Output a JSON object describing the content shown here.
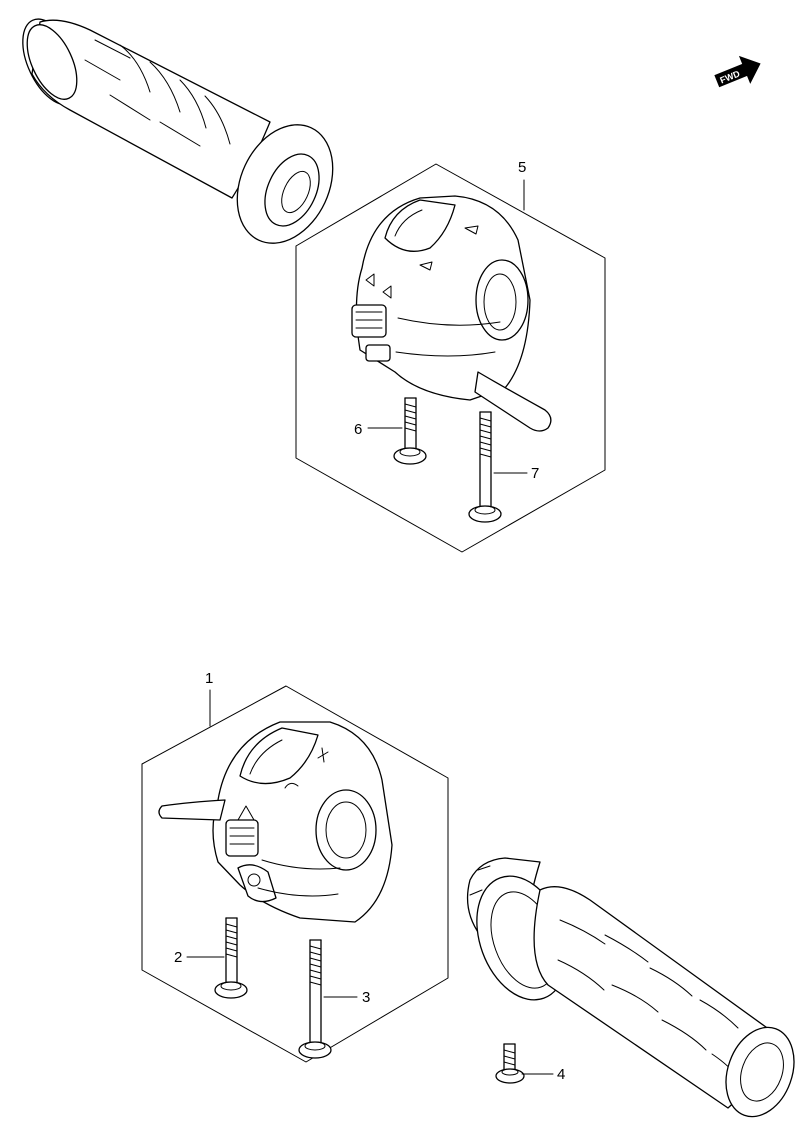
{
  "callouts": {
    "p1": "1",
    "p2": "2",
    "p3": "3",
    "p4": "4",
    "p5": "5",
    "p6": "6",
    "p7": "7"
  },
  "fwd_label": "FWD",
  "icons": [
    "grip-icon",
    "handlebar-switch-icon",
    "screw-icon",
    "fwd-arrow-icon"
  ]
}
